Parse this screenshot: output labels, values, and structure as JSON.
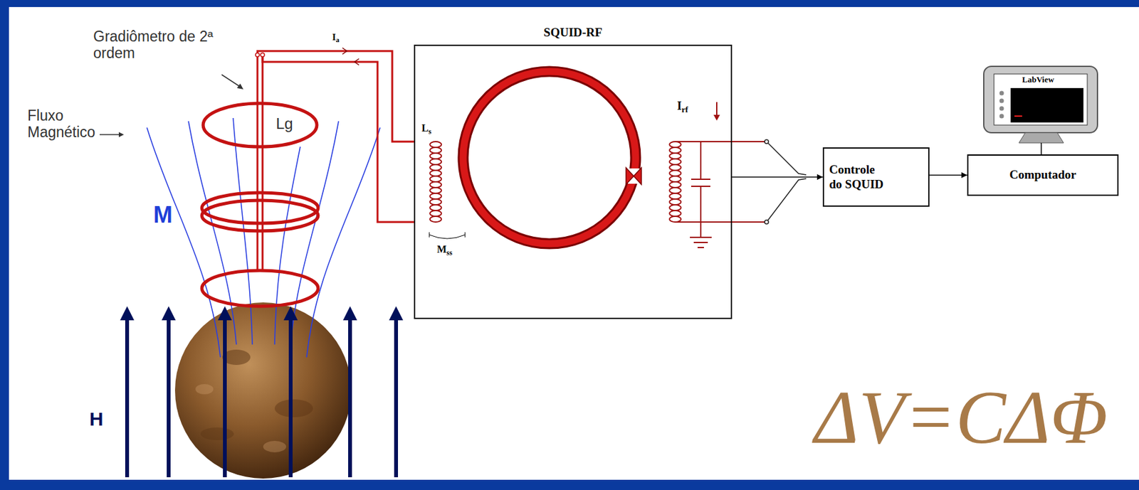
{
  "diagram": {
    "nodes": [
      {
        "text": [
          "SQUID-RF"
        ]
      },
      {
        "text": [
          "Controle do SQUID"
        ]
      },
      {
        "text": [
          "Computador"
        ]
      }
    ],
    "edges": [
      {
        "from": 0,
        "to": 1,
        "arrow": "to"
      },
      {
        "from": 1,
        "to": 2,
        "arrow": "to"
      }
    ],
    "labels": [
      "Gradiômetro de 2ª ordem",
      "Fluxo Magnético",
      "Lg",
      "M",
      "H",
      "Ia",
      "Ls",
      "Mss",
      "Irf",
      "LabView",
      "ΔV=CΔΦ"
    ]
  }
}
